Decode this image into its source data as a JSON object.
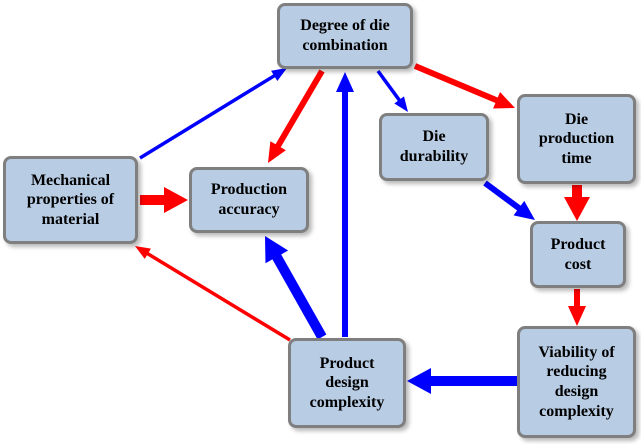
{
  "colors": {
    "node_fill": "#b8cce4",
    "node_border": "#7f7f7f",
    "edge_red": "#ff0000",
    "edge_blue": "#0000ff"
  },
  "nodes": {
    "degree": {
      "label": "Degree of die\ncombination"
    },
    "mechanical": {
      "label": "Mechanical\nproperties of\nmaterial"
    },
    "accuracy": {
      "label": "Production\naccuracy"
    },
    "durability": {
      "label": "Die\ndurability"
    },
    "prodtime": {
      "label": "Die\nproduction\ntime"
    },
    "cost": {
      "label": "Product\ncost"
    },
    "viability": {
      "label": "Viability of\nreducing\ndesign\ncomplexity"
    },
    "complexity": {
      "label": "Product\ndesign\ncomplexity"
    }
  },
  "edges": [
    {
      "from": "mechanical",
      "to": "degree",
      "color": "blue",
      "weight": "thin"
    },
    {
      "from": "degree",
      "to": "accuracy",
      "color": "red",
      "weight": "medium"
    },
    {
      "from": "degree",
      "to": "durability",
      "color": "blue",
      "weight": "thin"
    },
    {
      "from": "degree",
      "to": "prodtime",
      "color": "red",
      "weight": "medium"
    },
    {
      "from": "mechanical",
      "to": "accuracy",
      "color": "red",
      "weight": "thick"
    },
    {
      "from": "durability",
      "to": "cost",
      "color": "blue",
      "weight": "medium"
    },
    {
      "from": "prodtime",
      "to": "cost",
      "color": "red",
      "weight": "thick"
    },
    {
      "from": "cost",
      "to": "viability",
      "color": "red",
      "weight": "medium"
    },
    {
      "from": "viability",
      "to": "complexity",
      "color": "blue",
      "weight": "thick"
    },
    {
      "from": "complexity",
      "to": "accuracy",
      "color": "blue",
      "weight": "thick"
    },
    {
      "from": "complexity",
      "to": "degree",
      "color": "blue",
      "weight": "medium"
    },
    {
      "from": "complexity",
      "to": "mechanical",
      "color": "red",
      "weight": "thin"
    }
  ]
}
